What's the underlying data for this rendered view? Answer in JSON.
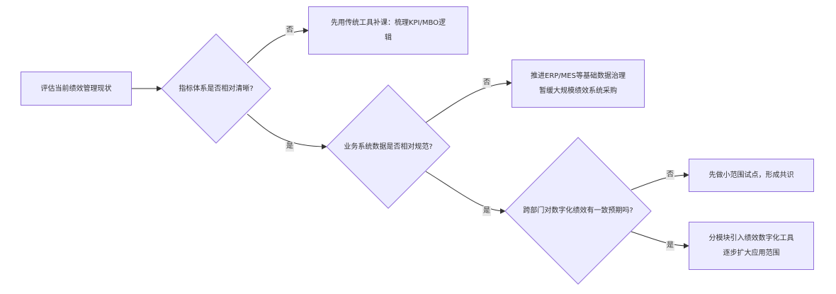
{
  "diagram": {
    "colors": {
      "node_fill": "#ececff",
      "node_stroke": "#9370db",
      "edge": "#333333",
      "edge_label_bg": "#e8e8e8"
    },
    "nodes": {
      "start": {
        "lines": [
          "评估当前绩效管理现状"
        ]
      },
      "q1": {
        "lines": [
          "指标体系是否相对清晰?"
        ]
      },
      "r1": {
        "lines": [
          "先用传统工具补课：梳理KPI/MBO逻",
          "辑"
        ]
      },
      "q2": {
        "lines": [
          "业务系统数据是否相对规范?"
        ]
      },
      "r2": {
        "lines": [
          "推进ERP/MES等基础数据治理",
          "暂缓大规模绩效系统采购"
        ]
      },
      "q3": {
        "lines": [
          "跨部门对数字化绩效有一致预期吗?"
        ]
      },
      "r3": {
        "lines": [
          "先做小范围试点，形成共识"
        ]
      },
      "r4": {
        "lines": [
          "分模块引入绩效数字化工具",
          "逐步扩大应用范围"
        ]
      }
    },
    "edges": [
      {
        "from": "start",
        "to": "q1",
        "label": ""
      },
      {
        "from": "q1",
        "to": "r1",
        "label": "否"
      },
      {
        "from": "q1",
        "to": "q2",
        "label": "是"
      },
      {
        "from": "q2",
        "to": "r2",
        "label": "否"
      },
      {
        "from": "q2",
        "to": "q3",
        "label": "是"
      },
      {
        "from": "q3",
        "to": "r3",
        "label": "否"
      },
      {
        "from": "q3",
        "to": "r4",
        "label": "是"
      }
    ]
  }
}
